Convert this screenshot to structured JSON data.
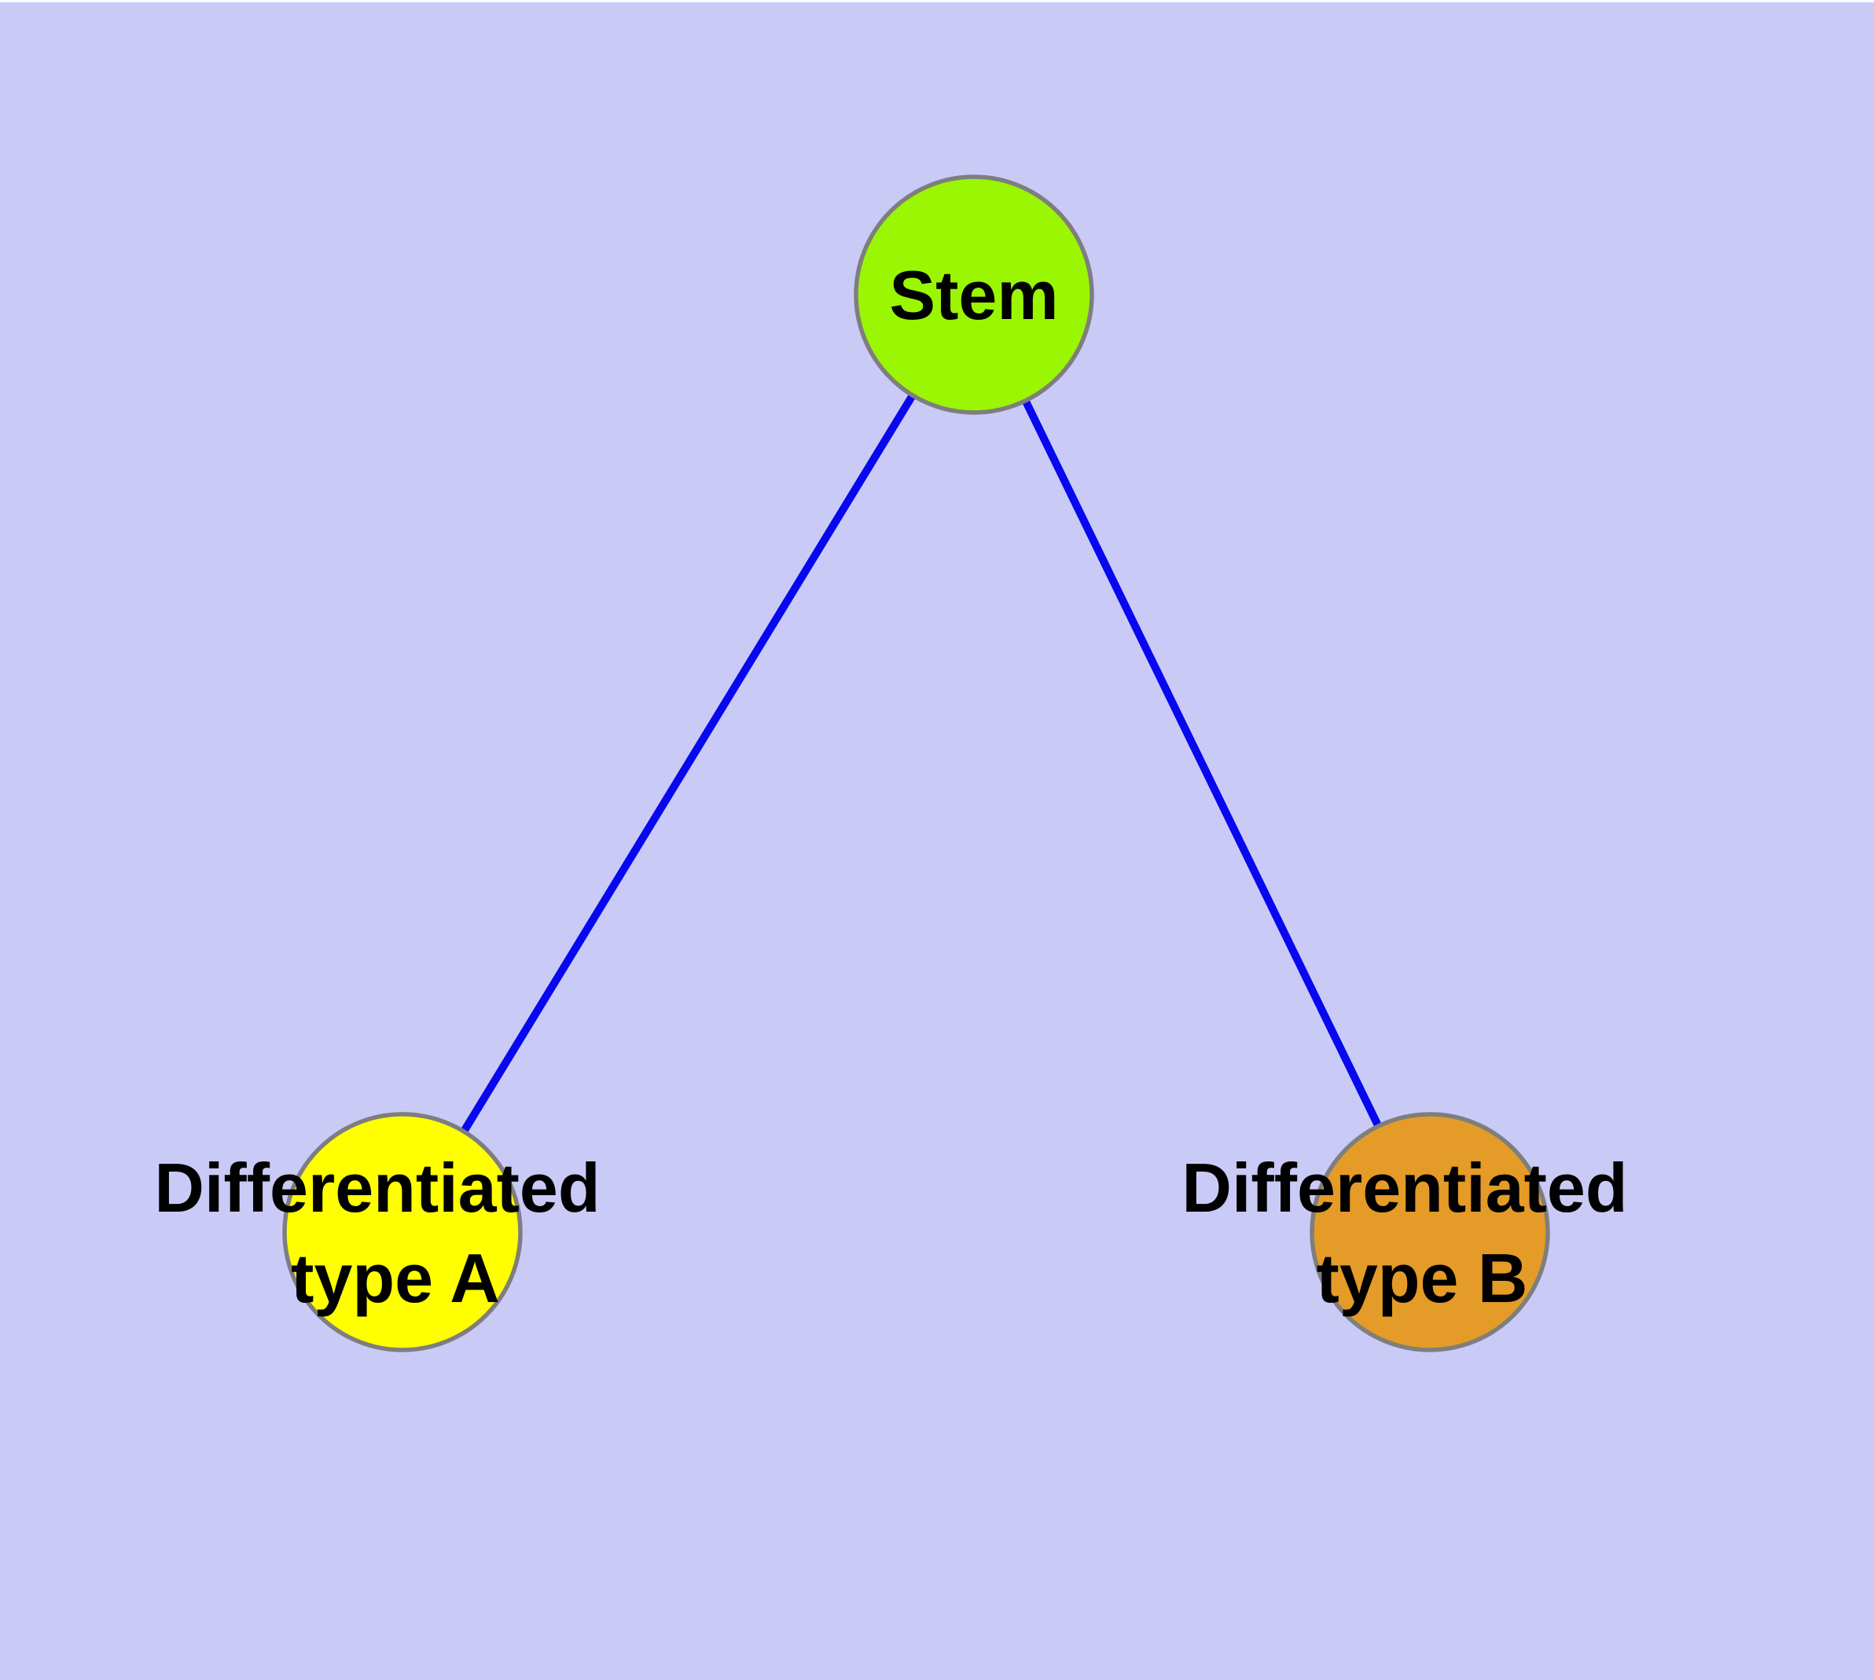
{
  "diagram": {
    "type": "node-link-graph",
    "background_color": "#CACAF7",
    "top_edge_strip_color": "#FFFFFF",
    "node_border_color": "#7E7E7E",
    "edge_color": "#0707F0",
    "label_color": "#000000",
    "nodes": {
      "stem": {
        "label": "Stem",
        "color": "#9AF602"
      },
      "type_a": {
        "label_line1": "Differentiated",
        "label_line2": "type A",
        "color": "#FFFF00"
      },
      "type_b": {
        "label_line1": "Differentiated",
        "label_line2": "type B",
        "color": "#E49B27"
      }
    },
    "edges": [
      {
        "from": "Stem",
        "to": "Differentiated type A"
      },
      {
        "from": "Stem",
        "to": "Differentiated type B"
      }
    ]
  }
}
